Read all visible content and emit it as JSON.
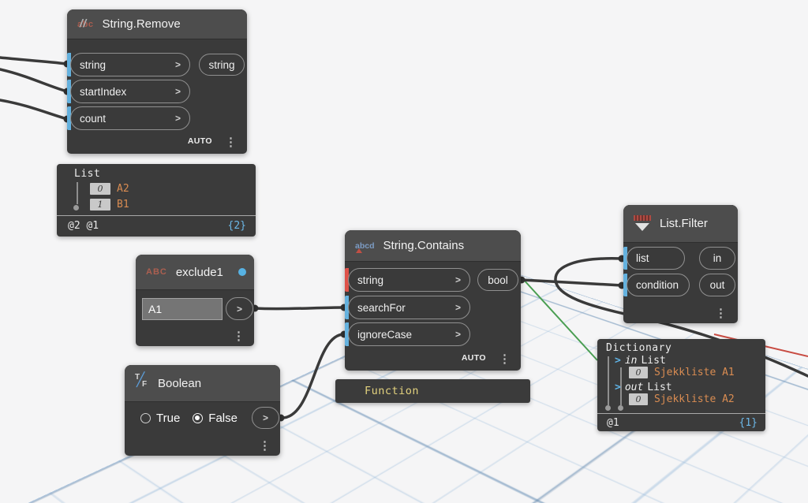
{
  "canvas": {
    "background": "#f5f5f6",
    "grid_line_color": "#96b9da",
    "axis_red": "#c84b42",
    "axis_green": "#4a9e52",
    "wire_color": "#3a3a3a",
    "port_blue": "#64b1de",
    "port_red": "#de5149"
  },
  "icons": {
    "kebab": "⋮",
    "chevron": ">",
    "slashes": "//",
    "dict_chevron": ">"
  },
  "nodes": {
    "string_remove": {
      "title": "String.Remove",
      "inputs": [
        {
          "name": "string"
        },
        {
          "name": "startIndex"
        },
        {
          "name": "count"
        }
      ],
      "outputs": [
        {
          "name": "string"
        }
      ],
      "lacing": "AUTO"
    },
    "string_contains": {
      "title": "String.Contains",
      "inputs": [
        {
          "name": "string"
        },
        {
          "name": "searchFor"
        },
        {
          "name": "ignoreCase"
        }
      ],
      "outputs": [
        {
          "name": "bool"
        }
      ],
      "lacing": "AUTO"
    },
    "exclude1": {
      "title": "exclude1",
      "value": "A1"
    },
    "boolean": {
      "title": "Boolean",
      "options": [
        {
          "label": "True"
        },
        {
          "label": "False"
        }
      ],
      "selected": "False"
    },
    "list_filter": {
      "title": "List.Filter",
      "inputs": [
        {
          "name": "list"
        },
        {
          "name": "condition"
        }
      ],
      "outputs": [
        {
          "name": "in"
        },
        {
          "name": "out"
        }
      ]
    }
  },
  "bubbles": {
    "list_preview": {
      "type_label": "List",
      "items": [
        {
          "index": "0",
          "value": "A2"
        },
        {
          "index": "1",
          "value": "B1"
        }
      ],
      "levels": "@2 @1",
      "count": "{2}"
    },
    "function_preview": {
      "value": "Function"
    },
    "dictionary_preview": {
      "type_label": "Dictionary",
      "entries": [
        {
          "key": "in",
          "type": "List",
          "items": [
            {
              "index": "0",
              "value": "Sjekkliste A1"
            }
          ]
        },
        {
          "key": "out",
          "type": "List",
          "items": [
            {
              "index": "0",
              "value": "Sjekkliste A2"
            }
          ]
        }
      ],
      "levels": "@1",
      "count": "{1}"
    }
  }
}
